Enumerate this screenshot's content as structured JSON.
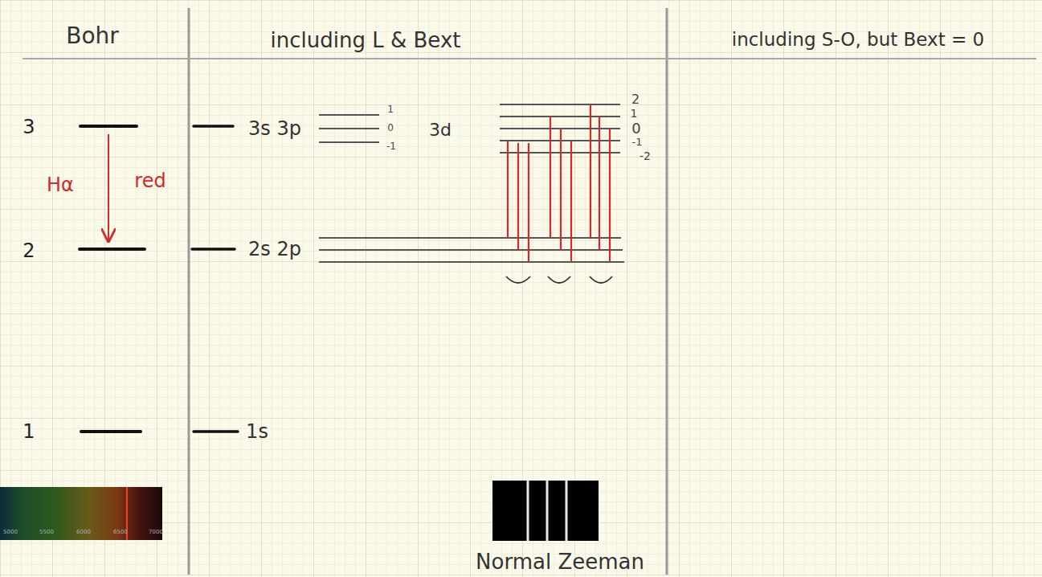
{
  "diagram": {
    "labels": [
      "Bohr",
      "including L & Bext",
      "including S-O, but Bext = 0",
      "3",
      "2",
      "1",
      "Hα",
      "red",
      "3s 3p",
      "1",
      "0",
      "-1",
      "3d",
      "2",
      "1",
      "0",
      "-1",
      "-2",
      "2s 2p",
      "1s",
      "5000",
      "5500",
      "6000",
      "6500",
      "7000",
      "Normal Zeeman"
    ]
  }
}
